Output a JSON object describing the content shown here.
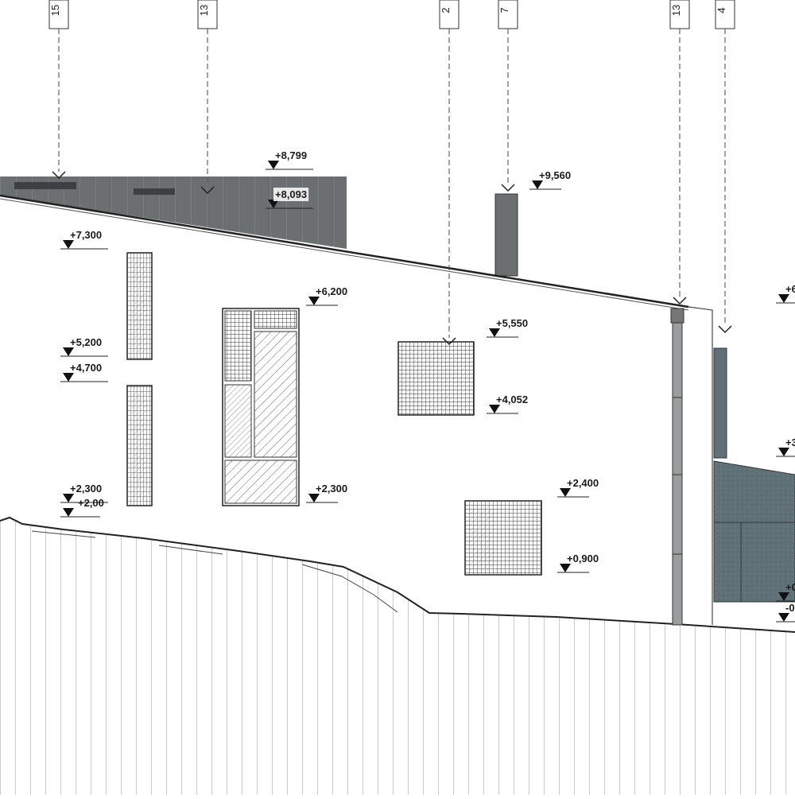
{
  "drawing": {
    "section_refs": [
      "15",
      "13",
      "2",
      "7",
      "13",
      "4"
    ],
    "levels": [
      "+8,799",
      "+8,093",
      "+9,560",
      "+7,300",
      "+6,200",
      "+5,550",
      "+5,200",
      "+4,700",
      "+4,052",
      "+2,300",
      "+2,00",
      "+2,300",
      "+2,400",
      "+0,900",
      "+6",
      "+3",
      "+0",
      "-0"
    ],
    "colors": {
      "roof_panel": "#6b6f70",
      "annex_cladding": "#5f7177",
      "wall": "#ffffff",
      "ground_hatch": "#9a9a9a",
      "line": "#333333"
    }
  }
}
